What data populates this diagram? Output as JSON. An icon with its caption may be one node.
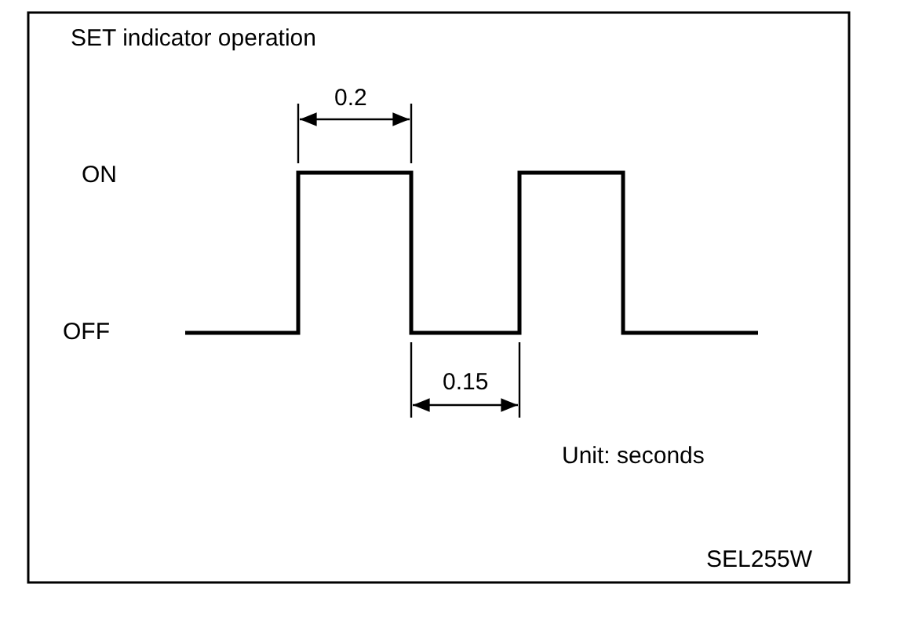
{
  "diagram": {
    "title": "SET indicator operation",
    "labels": [
      "0.2",
      "ON",
      "OFF",
      "0.15",
      "Unit: seconds",
      "SEL255W"
    ]
  }
}
